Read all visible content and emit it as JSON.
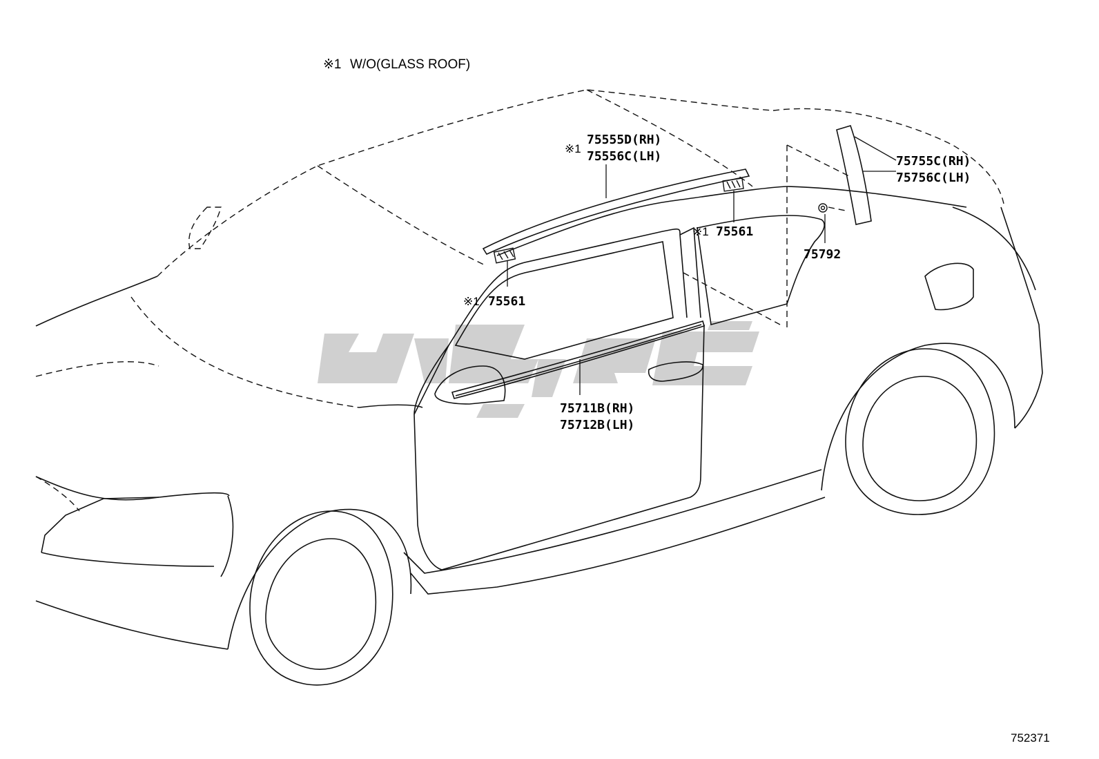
{
  "note": {
    "marker": "※1",
    "text": "W/O(GLASS ROOF)"
  },
  "parts": {
    "roof_molding_rh": "75555D(RH)",
    "roof_molding_lh": "75556C(LH)",
    "roof_molding_mark": "※1",
    "clip_front": "75561",
    "clip_front_mark": "※1",
    "clip_rear": "75561",
    "clip_rear_mark": "※1",
    "pillar_rh": "75755C(RH)",
    "pillar_lh": "75756C(LH)",
    "clip_pillar": "75792",
    "belt_molding_rh": "75711B(RH)",
    "belt_molding_lh": "75712B(LH)"
  },
  "figure_ref": "752371",
  "watermark_color": "#c8c8c8",
  "line_color": "#111111"
}
